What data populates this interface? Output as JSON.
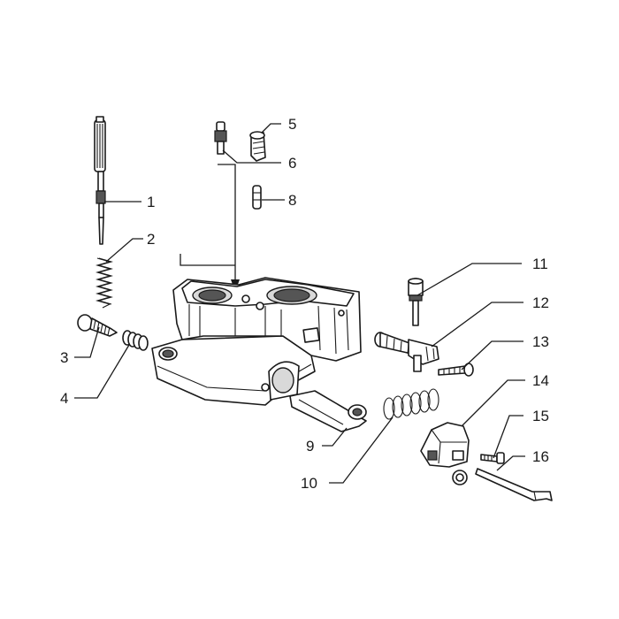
{
  "callouts": [
    {
      "id": "p1",
      "label": "1"
    },
    {
      "id": "p2",
      "label": "2"
    },
    {
      "id": "p3",
      "label": "3"
    },
    {
      "id": "p4",
      "label": "4"
    },
    {
      "id": "p5",
      "label": "5"
    },
    {
      "id": "p6",
      "label": "6"
    },
    {
      "id": "p8",
      "label": "8"
    },
    {
      "id": "p9",
      "label": "9"
    },
    {
      "id": "p10",
      "label": "10"
    },
    {
      "id": "p11",
      "label": "11"
    },
    {
      "id": "p12",
      "label": "12"
    },
    {
      "id": "p13",
      "label": "13"
    },
    {
      "id": "p14",
      "label": "14"
    },
    {
      "id": "p15",
      "label": "15"
    },
    {
      "id": "p16",
      "label": "16"
    }
  ]
}
